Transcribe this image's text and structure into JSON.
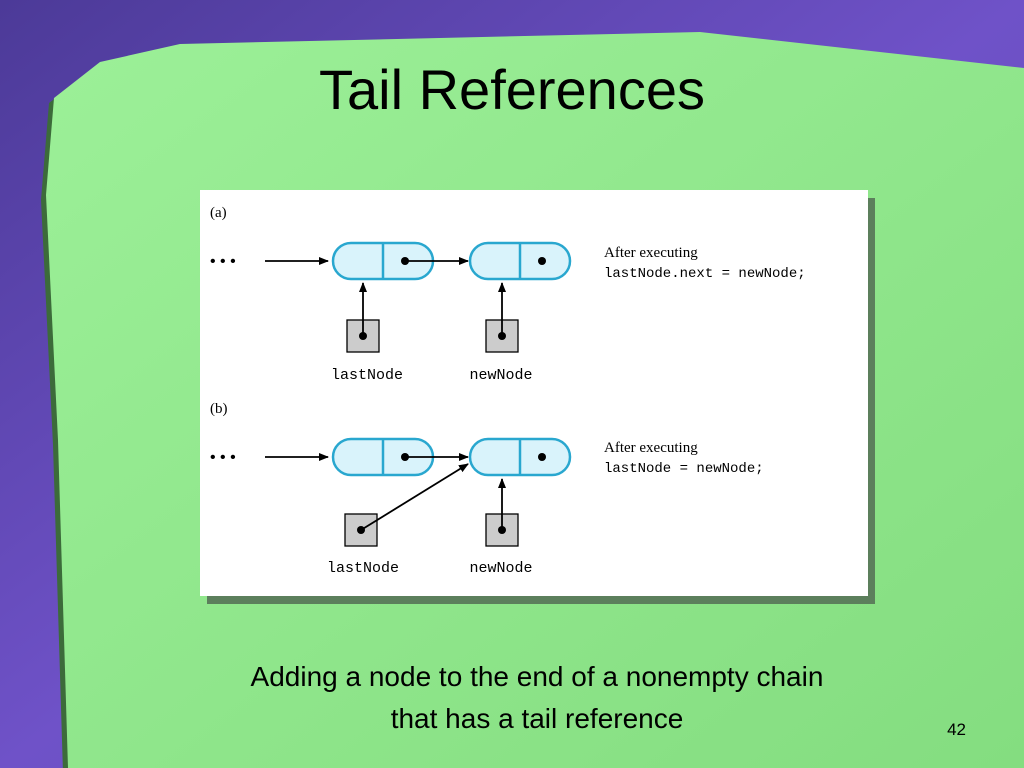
{
  "title": "Tail References",
  "figure": {
    "panel_a": {
      "label": "(a)",
      "ellipsis": "• • •",
      "note_line1": "After executing",
      "note_line2": "lastNode.next = newNode;",
      "ref1_label": "lastNode",
      "ref2_label": "newNode"
    },
    "panel_b": {
      "label": "(b)",
      "ellipsis": "• • •",
      "note_line1": "After executing",
      "note_line2": "lastNode = newNode;",
      "ref1_label": "lastNode",
      "ref2_label": "newNode"
    }
  },
  "caption": {
    "line1": "Adding a node to the end of a nonempty chain",
    "line2": "that has a tail reference"
  },
  "slide_number": "42",
  "colors": {
    "background_purple": "#6a4fc0",
    "panel_green": "#8fe58c",
    "node_fill": "#d9f3fb",
    "node_stroke": "#29a7cf",
    "ref_box_fill": "#cccccc"
  }
}
